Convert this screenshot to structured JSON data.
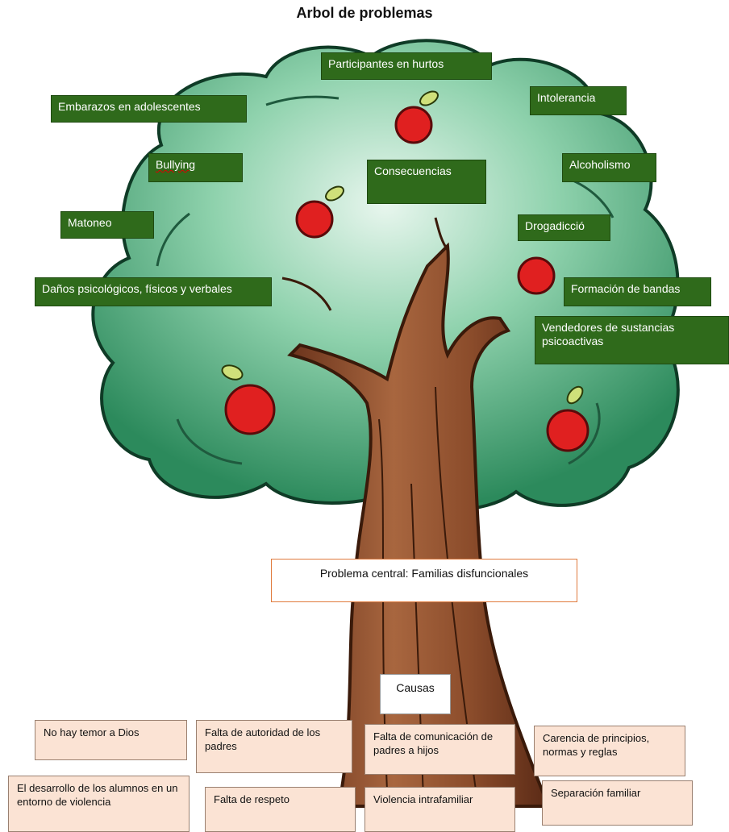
{
  "title": "Arbol de problemas",
  "central_problem": "Problema central: Familias disfuncionales",
  "causes_label": "Causas",
  "consequences": {
    "participantes": "Participantes en hurtos",
    "embarazos": "Embarazos en adolescentes",
    "intolerancia": "Intolerancia",
    "bullying": "Bullying",
    "consecuencias": "Consecuencias",
    "alcoholismo": "Alcoholismo",
    "matoneo": "Matoneo",
    "drogadiccion": "Drogadicció",
    "danos": "Daños psicológicos, físicos y verbales",
    "bandas": "Formación de bandas",
    "vendedores": "Vendedores de sustancias psicoactivas"
  },
  "causes": {
    "temor": "No hay temor a Dios",
    "autoridad": "Falta de autoridad de los padres",
    "comunicacion": "Falta de comunicación de padres a hijos",
    "principios": "Carencia de principios, normas y reglas",
    "desarrollo": "El desarrollo de los alumnos en un entorno de violencia",
    "respeto": "Falta de respeto",
    "violencia": "Violencia intrafamiliar",
    "separacion": "Separación familiar"
  },
  "colors": {
    "canopy": "#3f9f73",
    "canopy_dark": "#1f5a3e",
    "trunk": "#9b5a3a",
    "trunk_dark": "#5a2a16",
    "apple": "#e02020",
    "leaf": "#cfe07a",
    "label_green": "#2f6a1b",
    "label_peach": "#fbe3d4"
  }
}
